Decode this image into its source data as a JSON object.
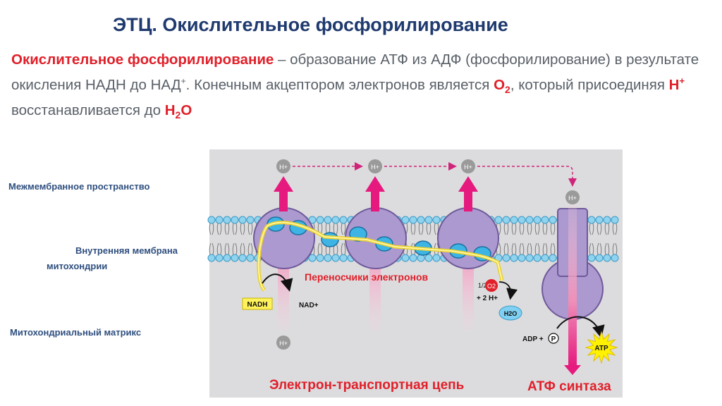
{
  "title": "ЭТЦ. Окислительное фосфорилирование",
  "paragraph": {
    "term": "Окислительное фосфорилирование",
    "def1": " – образование АТФ из АДФ (фосфорилирование) в результате окисления НАДН до НАД",
    "sup_plus": "+",
    "def2": ". Конечным акцептором электронов является ",
    "o2_base": "O",
    "o2_sub": "2",
    "def3": ", который присоединяя ",
    "h_base": "H",
    "h_sup": "+",
    "def4": " восстанавливается до ",
    "h2o_h": "H",
    "h2o_sub": "2",
    "h2o_o": "O"
  },
  "side_labels": {
    "intermembrane": "Межмембранное пространство",
    "inner_membrane_1": "Внутренняя мембрана",
    "inner_membrane_2": "митохондрии",
    "matrix": "Митохондриальный матрикс"
  },
  "diagram": {
    "h_plus": "H+",
    "nadh": "NADH",
    "nad": "NAD+",
    "carriers": "Переносчики электронов",
    "half": "1/2",
    "o2": "O2",
    "two_h": "+ 2 H+",
    "h2o": "H2O",
    "adp": "ADP +",
    "p": "P",
    "atp": "ATP",
    "etc_caption": "Электрон-транспортная цепь",
    "atp_synthase_caption": "АТФ синтаза"
  },
  "colors": {
    "title": "#1f3a6e",
    "highlight": "#e0202a",
    "text": "#5a6068",
    "panel": "#dcdcde",
    "protein": "#ab99cf",
    "carrier": "#3db4e4",
    "proton_arrow": "#e6197e",
    "chain": "#ffe04a",
    "atp_star": "#fff200"
  }
}
